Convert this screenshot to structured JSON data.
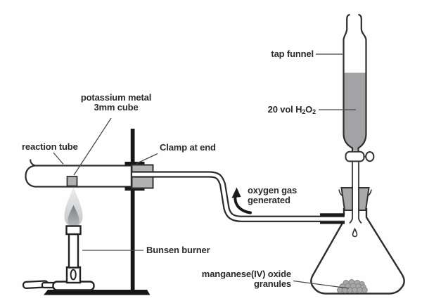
{
  "diagram": {
    "labels": {
      "tap_funnel": "tap funnel",
      "h2o2_prefix": "20 vol H",
      "h2o2_sub1": "2",
      "h2o2_o": "O",
      "h2o2_sub2": "2",
      "potassium_line1": "potassium metal",
      "potassium_line2": "3mm cube",
      "reaction_tube": "reaction tube",
      "clamp": "Clamp at end",
      "oxygen_line1": "oxygen gas",
      "oxygen_line2": "generated",
      "bunsen_burner": "Bunsen burner",
      "manganese_line1": "manganese(IV) oxide",
      "manganese_line2": "granules"
    },
    "colors": {
      "ink": "#2e2e2e",
      "stand": "#161616",
      "liquid": "#a3a3a5",
      "stopper": "#a9a9ab",
      "clamp": "#b3b3b3",
      "cube": "#b0b0b0",
      "granule": "#a8a8a8",
      "flame_outer_top": "#ececec",
      "flame_outer_bottom": "#c4c7ca",
      "flame_inner_top": "#7b7d80",
      "flame_inner_bottom": "#b7babd"
    }
  }
}
